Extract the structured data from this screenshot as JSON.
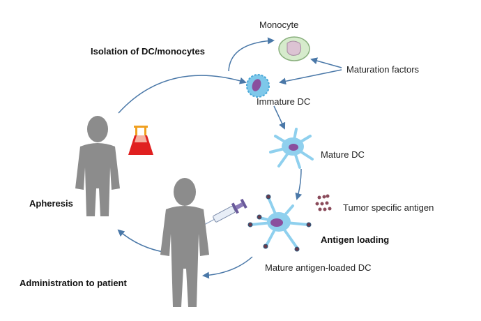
{
  "labels": {
    "monocyte": "Monocyte",
    "isolation": "Isolation of DC/monocytes",
    "maturation_factors": "Maturation factors",
    "immature_dc": "Immature  DC",
    "mature_dc": "Mature DC",
    "tumor_antigen": "Tumor  specific antigen",
    "antigen_loading": "Antigen loading",
    "apheresis": "Apheresis",
    "loaded_dc": "Mature antigen-loaded DC",
    "administration": "Administration to patient"
  },
  "colors": {
    "arrow": "#4a78a8",
    "dc": "#7ec8ea",
    "nucleus": "#8a4f9e",
    "monocyte": "#cfe6c4",
    "silhouette": "#8c8c8c",
    "flask_red": "#e02020"
  }
}
